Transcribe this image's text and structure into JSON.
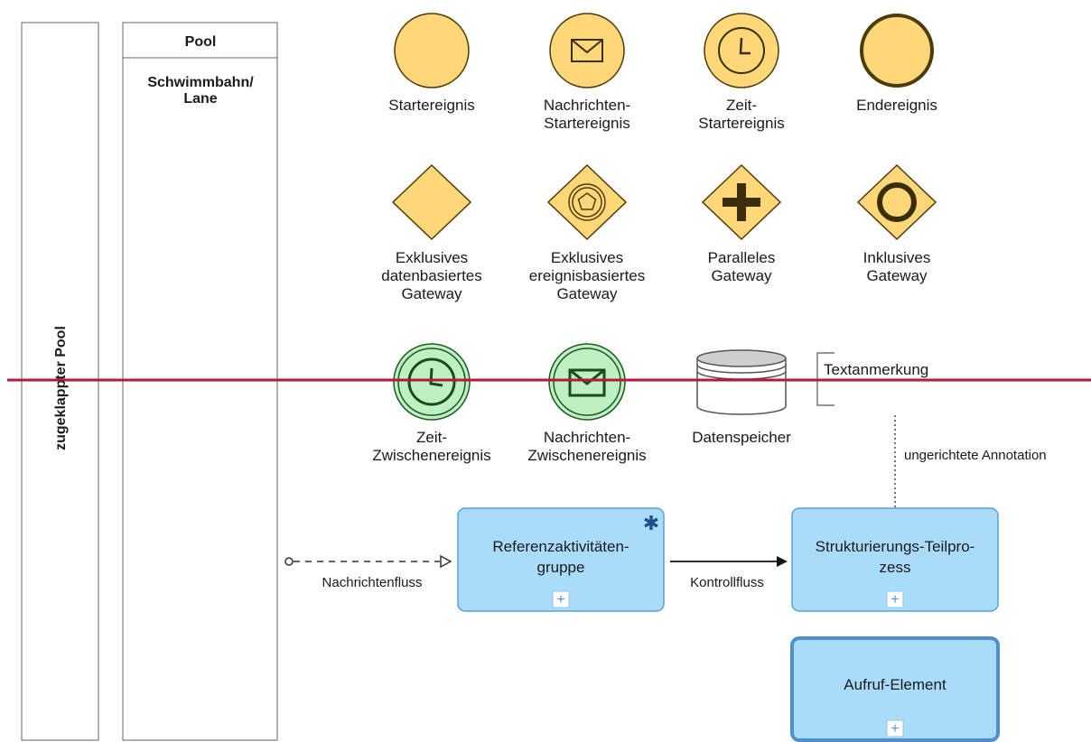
{
  "colors": {
    "event_fill": "#fdd778",
    "event_stroke": "#4d3b08",
    "intermediate_fill": "#bff0c3",
    "intermediate_stroke": "#1c5a22",
    "task_fill": "#a9dcfb",
    "task_stroke": "#5aa0d8",
    "marker_color": "#1f4f8a",
    "red_line": "#b8163b"
  },
  "collapsed_pool": {
    "label": "zugeklappter Pool"
  },
  "pool": {
    "title": "Pool",
    "lane_label_1": "Schwimmbahn/",
    "lane_label_2": "Lane"
  },
  "events": [
    {
      "icon": "plain-start",
      "label_lines": [
        "Startereignis"
      ]
    },
    {
      "icon": "envelope-icon",
      "label_lines": [
        "Nachrichten-",
        "Startereignis"
      ]
    },
    {
      "icon": "clock-icon",
      "label_lines": [
        "Zeit-",
        "Startereignis"
      ]
    },
    {
      "icon": "end-event",
      "label_lines": [
        "Endereignis"
      ]
    }
  ],
  "gateways": [
    {
      "icon": "exclusive",
      "label_lines": [
        "Exklusives",
        "datenbasiertes",
        "Gateway"
      ]
    },
    {
      "icon": "pentagon-icon",
      "label_lines": [
        "Exklusives",
        "ereignisbasiertes",
        "Gateway"
      ]
    },
    {
      "icon": "plus-icon",
      "label_lines": [
        "Paralleles",
        "Gateway"
      ]
    },
    {
      "icon": "circle-icon",
      "label_lines": [
        "Inklusives",
        "Gateway"
      ]
    }
  ],
  "intermediate_events": [
    {
      "icon": "clock-icon",
      "label_lines": [
        "Zeit-",
        "Zwischenereignis"
      ]
    },
    {
      "icon": "envelope-icon",
      "label_lines": [
        "Nachrichten-",
        "Zwischenereignis"
      ]
    }
  ],
  "data_store": {
    "label": "Datenspeicher"
  },
  "text_annotation": {
    "label": "Textanmerkung"
  },
  "undirected_annotation": {
    "label": "ungerichtete Annotation"
  },
  "message_flow": {
    "label": "Nachrichtenfluss"
  },
  "control_flow": {
    "label": "Kontrollfluss"
  },
  "subprocesses": [
    {
      "name": "reference-activity-group",
      "label_lines": [
        "Referenzaktivitäten-",
        "gruppe"
      ],
      "marker": "+",
      "star": "✱"
    },
    {
      "name": "structuring-subprocess",
      "label_lines": [
        "Strukturierungs-Teilpro-",
        "zess"
      ],
      "marker": "+"
    },
    {
      "name": "call-activity",
      "label_lines": [
        "Aufruf-Element"
      ],
      "marker": "+"
    }
  ]
}
